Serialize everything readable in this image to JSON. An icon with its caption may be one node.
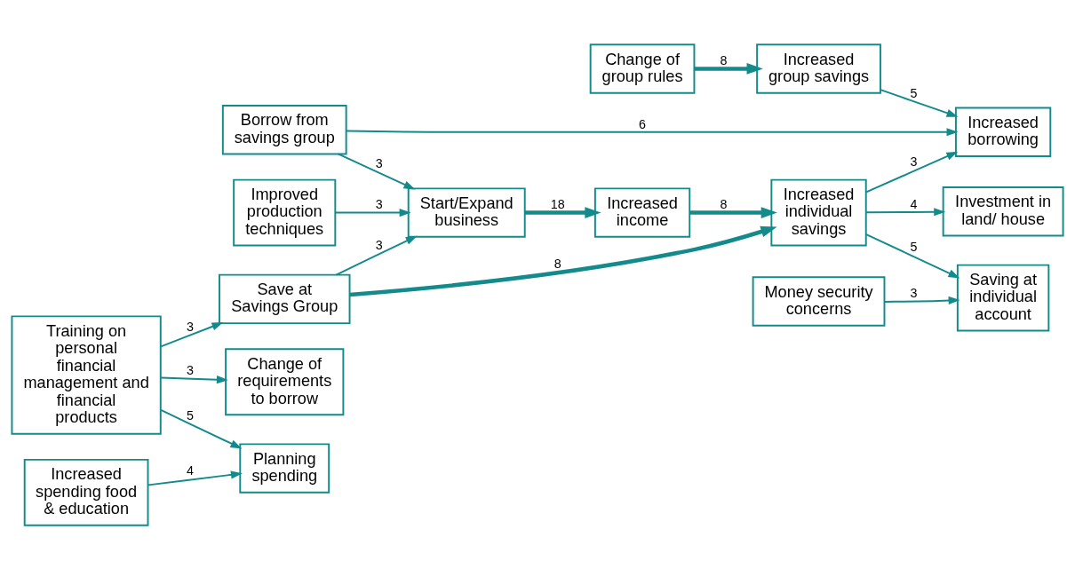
{
  "diagram": {
    "nodes": [
      {
        "text": [
          "Change of group rules"
        ]
      },
      {
        "text": [
          "Increased group savings"
        ]
      },
      {
        "text": [
          "Borrow from savings group"
        ]
      },
      {
        "text": [
          "Increased borrowing"
        ]
      },
      {
        "text": [
          "Improved production techniques"
        ]
      },
      {
        "text": [
          "Start/Expand business"
        ]
      },
      {
        "text": [
          "Increased income"
        ]
      },
      {
        "text": [
          "Increased individual savings"
        ]
      },
      {
        "text": [
          "Investment in land/ house"
        ]
      },
      {
        "text": [
          "Change of requirements to borrow"
        ]
      },
      {
        "text": [
          "Money security concerns"
        ]
      },
      {
        "text": [
          "Saving at individual account"
        ]
      },
      {
        "text": [
          "Training on personal financial management and financial products"
        ]
      },
      {
        "text": [
          "Save at Savings Group"
        ]
      },
      {
        "text": [
          "Planning spending"
        ]
      },
      {
        "text": [
          "Increased spending food & education"
        ]
      }
    ],
    "edges": [
      {
        "from": 0,
        "to": 1,
        "arrow": "to",
        "label": "8",
        "style": "thick"
      },
      {
        "from": 1,
        "to": 3,
        "arrow": "to",
        "label": "5"
      },
      {
        "from": 2,
        "to": 3,
        "arrow": "to",
        "label": "6"
      },
      {
        "from": 2,
        "to": 5,
        "arrow": "to",
        "label": "3"
      },
      {
        "from": 4,
        "to": 5,
        "arrow": "to",
        "label": "3"
      },
      {
        "from": 5,
        "to": 6,
        "arrow": "to",
        "label": "18",
        "style": "thick"
      },
      {
        "from": 6,
        "to": 7,
        "arrow": "to",
        "label": "8",
        "style": "thick"
      },
      {
        "from": 7,
        "to": 3,
        "arrow": "to",
        "label": "3"
      },
      {
        "from": 7,
        "to": 8,
        "arrow": "to",
        "label": "4"
      },
      {
        "from": 7,
        "to": 11,
        "arrow": "to",
        "label": "5"
      },
      {
        "from": 10,
        "to": 11,
        "arrow": "to",
        "label": "3"
      },
      {
        "from": 12,
        "to": 9,
        "arrow": "to",
        "label": "3"
      },
      {
        "from": 12,
        "to": 13,
        "arrow": "to",
        "label": "3"
      },
      {
        "from": 12,
        "to": 14,
        "arrow": "to",
        "label": "5"
      },
      {
        "from": 13,
        "to": 5,
        "arrow": "to",
        "label": "3"
      },
      {
        "from": 13,
        "to": 7,
        "arrow": "to",
        "label": "8",
        "style": "thick"
      },
      {
        "from": 15,
        "to": 14,
        "arrow": "to",
        "label": "4"
      }
    ]
  }
}
